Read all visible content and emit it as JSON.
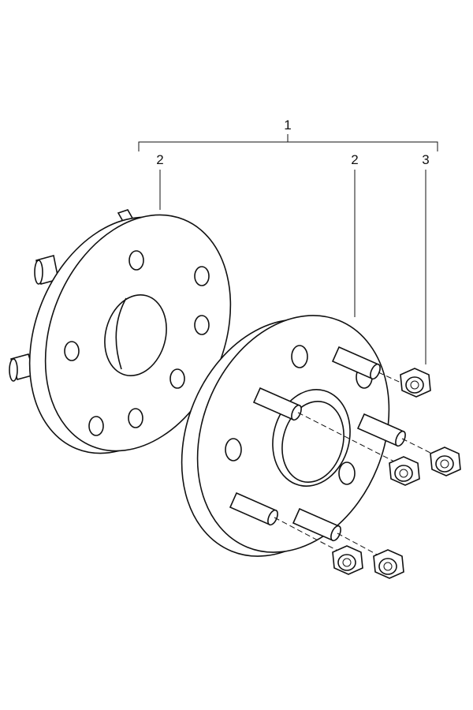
{
  "diagram": {
    "callouts": {
      "assembly": "1",
      "spacer_left": "2",
      "spacer_right": "2",
      "nut": "3"
    },
    "colors": {
      "line": "#111111",
      "background": "#ffffff"
    }
  }
}
